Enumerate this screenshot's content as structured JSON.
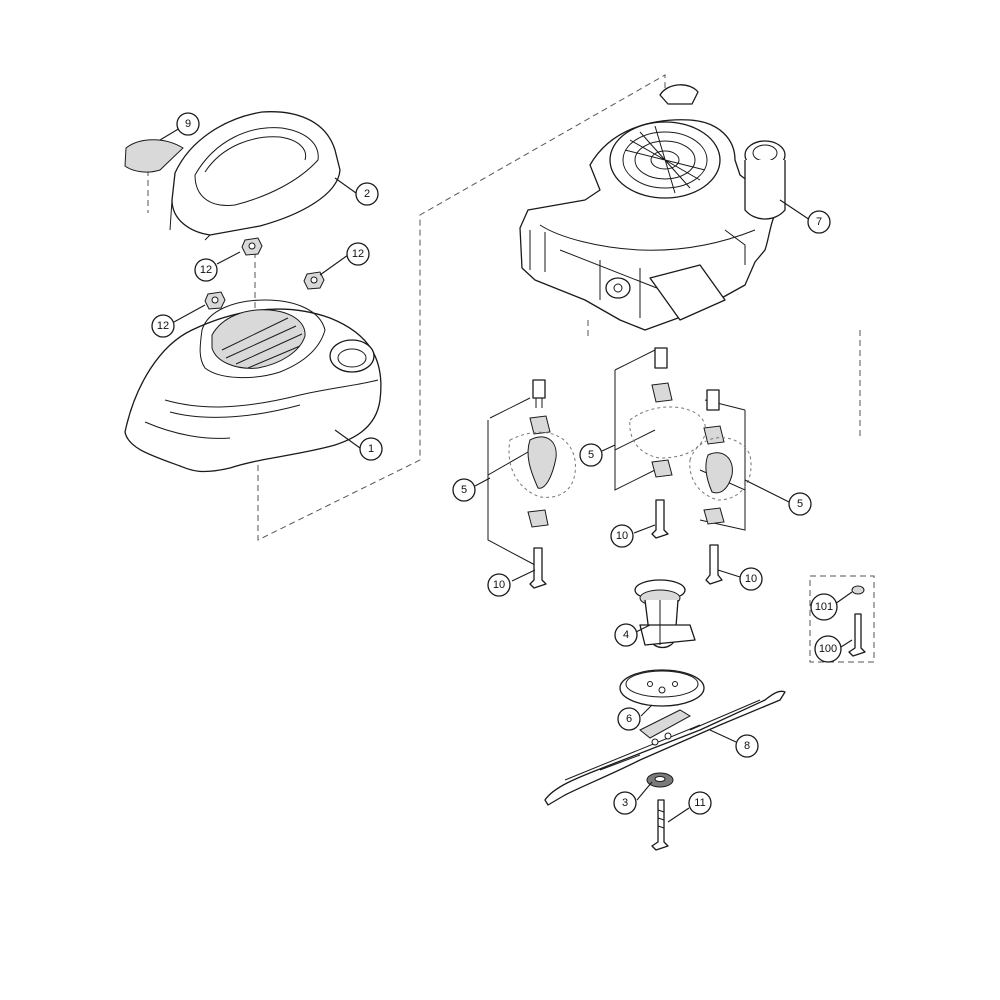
{
  "callouts": [
    {
      "label": "9"
    },
    {
      "label": "2"
    },
    {
      "label": "12"
    },
    {
      "label": "12"
    },
    {
      "label": "12"
    },
    {
      "label": "1"
    },
    {
      "label": "7"
    },
    {
      "label": "5"
    },
    {
      "label": "5"
    },
    {
      "label": "5"
    },
    {
      "label": "10"
    },
    {
      "label": "10"
    },
    {
      "label": "10"
    },
    {
      "label": "4"
    },
    {
      "label": "101"
    },
    {
      "label": "100"
    },
    {
      "label": "6"
    },
    {
      "label": "8"
    },
    {
      "label": "3"
    },
    {
      "label": "11"
    }
  ]
}
